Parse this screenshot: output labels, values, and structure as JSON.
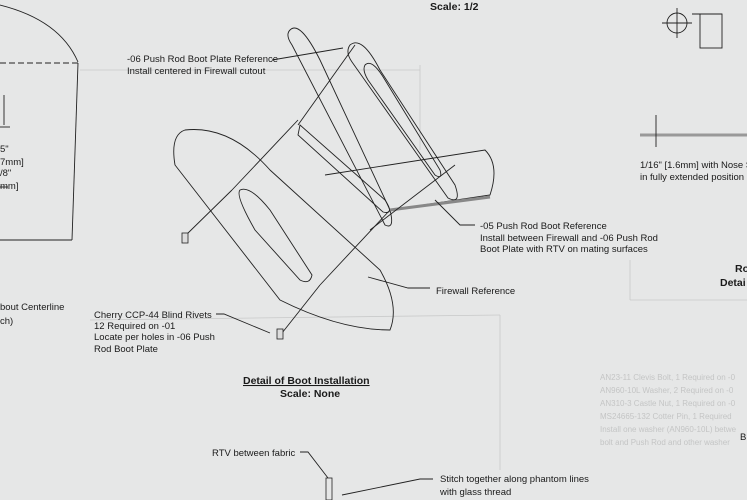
{
  "drawing": {
    "scale_top": "Scale: 1/2",
    "callouts": {
      "boot_plate_1": "-06 Push Rod Boot Plate Reference",
      "boot_plate_2": "Install centered in Firewall cutout",
      "boot_1": "-05 Push Rod Boot Reference",
      "boot_2": "Install between Firewall and -06 Push Rod",
      "boot_3": "Boot Plate with RTV on mating surfaces",
      "firewall": "Firewall Reference",
      "rivets_1": "Cherry CCP-44 Blind Rivets",
      "rivets_2": "12 Required on -01",
      "rivets_3": "Locate per holes in -06 Push",
      "rivets_4": "Rod Boot Plate",
      "nose_1": "1/16\" [1.6mm] with Nose S",
      "nose_2": "in fully extended position",
      "rtv": "RTV between fabric",
      "stitch_1": "Stitch together along phantom lines",
      "stitch_2": "with glass thread"
    },
    "detail_title": "Detail of Boot Installation",
    "detail_scale": "Scale: None",
    "left_partial": [
      "5\"",
      "7mm]",
      "/8\"",
      "mm]",
      "bout Centerline",
      "ch)"
    ],
    "right_partial": [
      "Ro",
      "Detai",
      "B"
    ]
  }
}
